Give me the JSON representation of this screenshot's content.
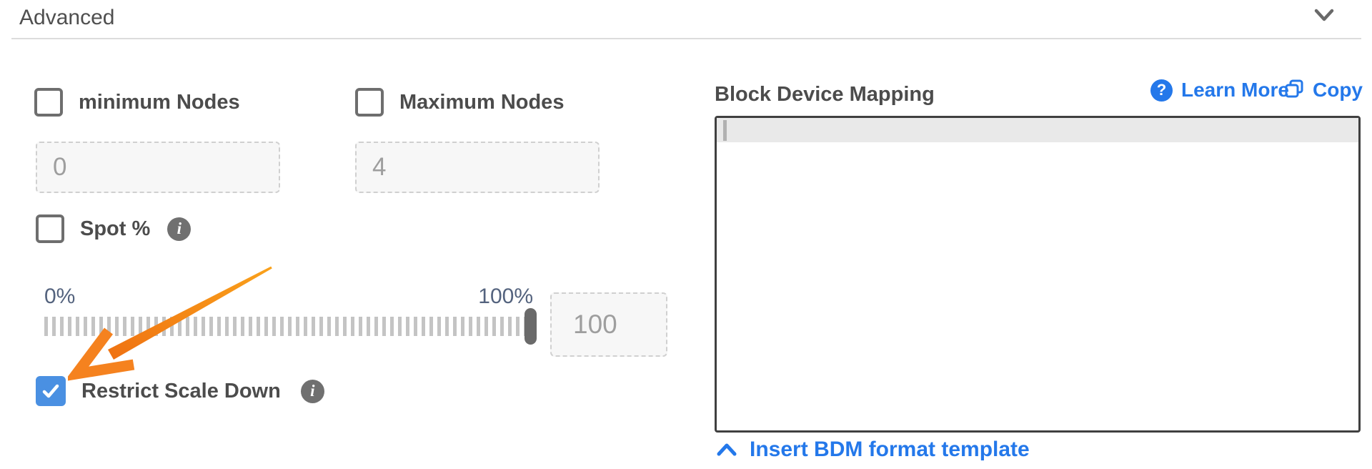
{
  "header": {
    "title": "Advanced"
  },
  "nodes": {
    "min": {
      "label": "minimum Nodes",
      "checked": false,
      "value": "0"
    },
    "max": {
      "label": "Maximum Nodes",
      "checked": false,
      "value": "4"
    }
  },
  "spot": {
    "label": "Spot %",
    "checked": false,
    "slider": {
      "min_label": "0%",
      "max_label": "100%",
      "value": "100"
    }
  },
  "restrict": {
    "label": "Restrict Scale Down",
    "checked": true
  },
  "bdm": {
    "title": "Block Device Mapping",
    "learn_more_label": "Learn More",
    "copy_label": "Copy",
    "editor_content": "",
    "template_link_label": "Insert BDM format template"
  },
  "colors": {
    "link_blue": "#2478ea",
    "checkbox_checked_blue": "#4a90e2",
    "arrow_orange": "#f58220",
    "slider_label_color": "#54637e",
    "info_icon_gray": "#707070"
  }
}
